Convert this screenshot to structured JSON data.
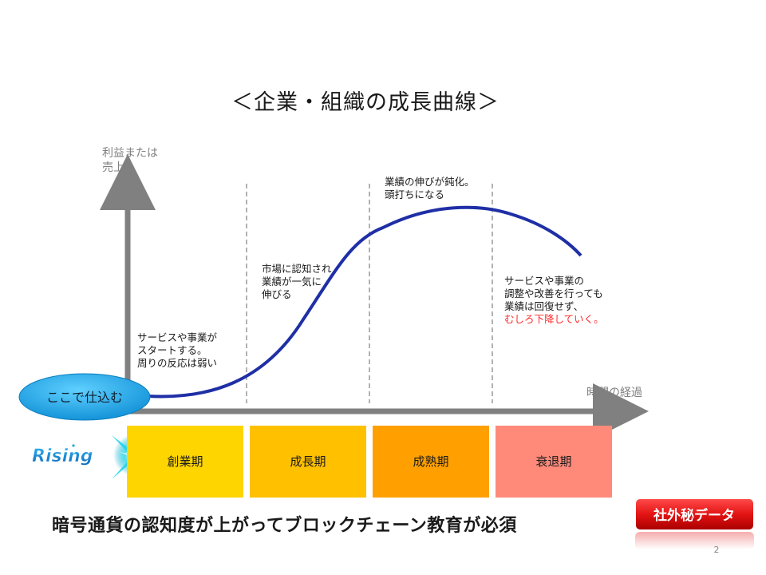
{
  "title": "＜企業・組織の成長曲線＞",
  "axis": {
    "y_label_line1": "利益または",
    "y_label_line2": "売上",
    "x_label": "時間の経過"
  },
  "annotations": {
    "startup": [
      "サービスや事業が",
      "スタートする。",
      "周りの反応は弱い"
    ],
    "growth": [
      "市場に認知され",
      "業績が一気に",
      "伸びる"
    ],
    "maturity": [
      "業績の伸びが鈍化。",
      "頭打ちになる"
    ],
    "decline": [
      "サービスや事業の",
      "調整や改善を行っても",
      "業績は回復せず、"
    ],
    "decline_highlight": "むしろ下降していく。"
  },
  "callout": "ここで仕込む",
  "logo": "Rising",
  "phases": [
    {
      "label": "創業期",
      "color": "#ffd500"
    },
    {
      "label": "成長期",
      "color": "#ffc000"
    },
    {
      "label": "成熟期",
      "color": "#ffa000"
    },
    {
      "label": "衰退期",
      "color": "#ff8a7a"
    }
  ],
  "bottom_message": "暗号通貨の認知度が上がってブロックチェーン教育が必須",
  "confidential_badge": "社外秘データ",
  "page_number": "2",
  "colors": {
    "curve": "#1f2fa6",
    "axis": "#808080",
    "callout": "#1ea7e8",
    "highlight_text": "#ff2a2a",
    "badge": "#e01010",
    "logo": "#1590d8"
  },
  "icons": [
    "star-burst-icon"
  ]
}
